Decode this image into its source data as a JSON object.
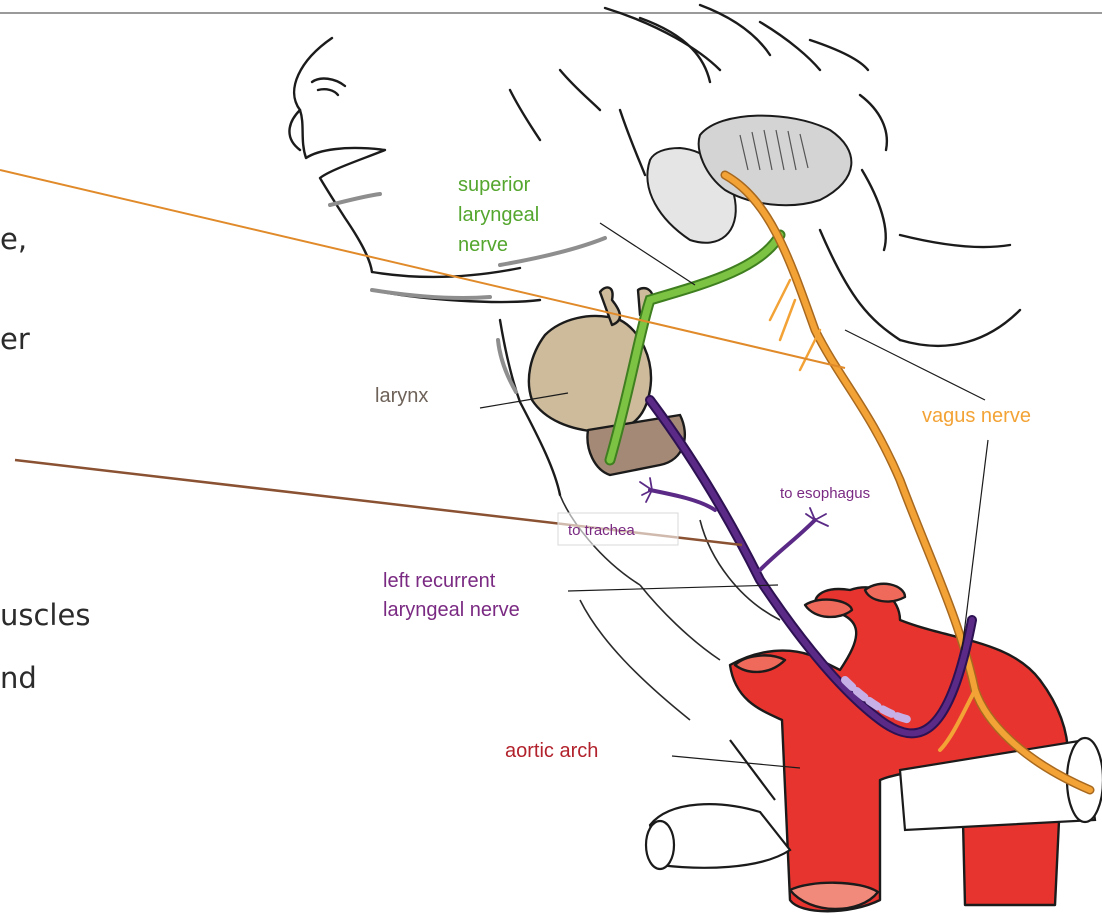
{
  "slide": {
    "text_fragments": [
      "e,",
      "er",
      "uscles",
      "nd"
    ]
  },
  "diagram": {
    "labels": {
      "superior_laryngeal_nerve": [
        "superior",
        "laryngeal",
        "nerve"
      ],
      "larynx": "larynx",
      "vagus_nerve": "vagus nerve",
      "to_esophagus": "to esophagus",
      "to_trachea": "to trachea",
      "left_recurrent_laryngeal_nerve": [
        "left recurrent",
        "laryngeal nerve"
      ],
      "aortic_arch": "aortic arch"
    },
    "colors": {
      "superior_laryngeal_nerve": "#54a62e",
      "vagus_nerve": "#f3a336",
      "recurrent_nerve": "#5a2a86",
      "recurrent_label": "#7a2a82",
      "aorta": "#e8342e",
      "aortic_label": "#b2222c",
      "larynx": "#cdbb9c",
      "trachea_cartilage": "#a48a76",
      "pointer_orange": "#e08a2a",
      "pointer_brown": "#8a5232",
      "larynx_label": "#6e6259"
    }
  }
}
